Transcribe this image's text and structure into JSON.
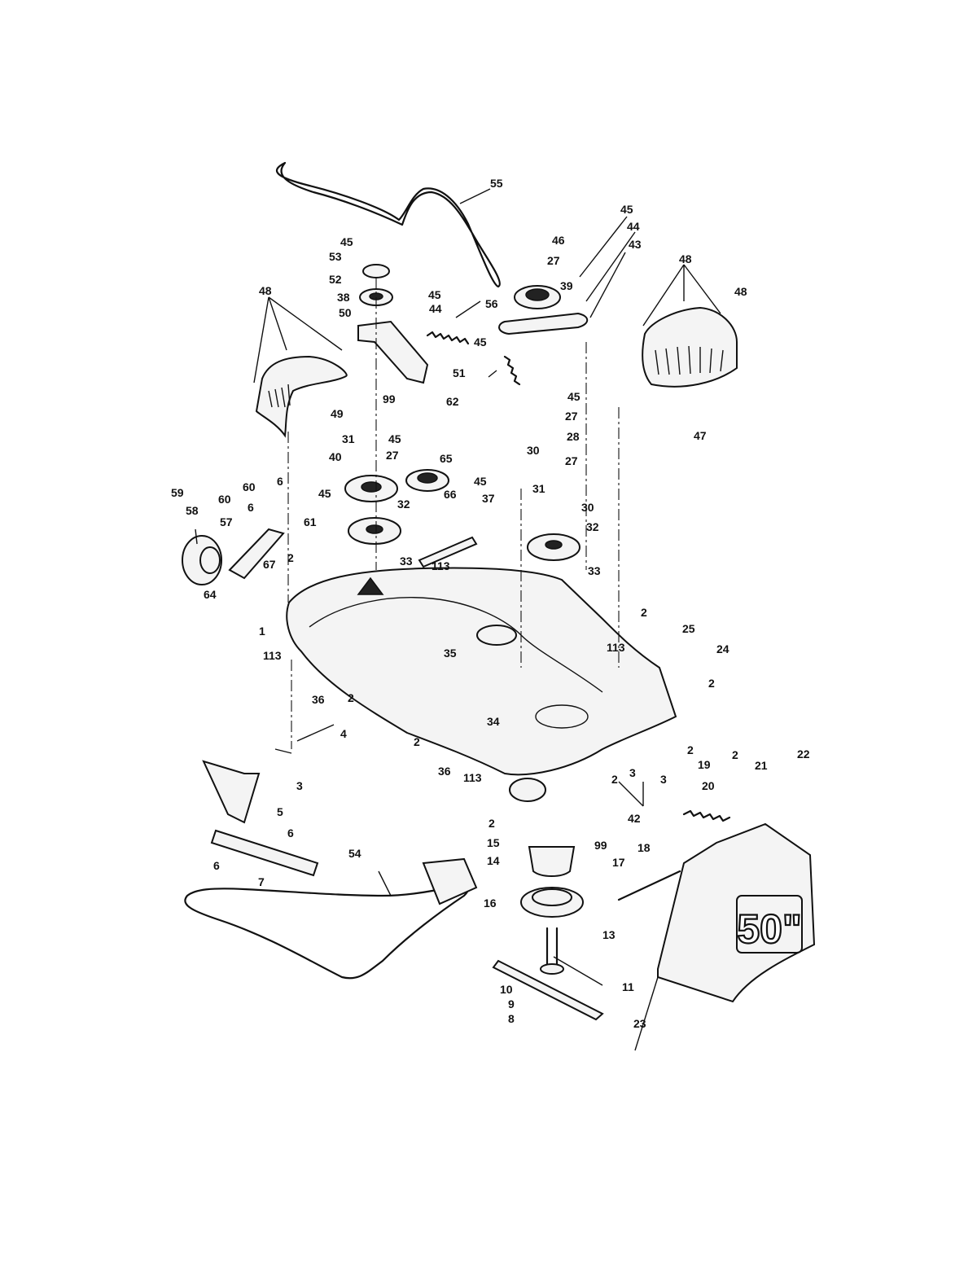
{
  "diagram": {
    "badge_text": "50\"",
    "callouts": [
      "55",
      "45",
      "46",
      "27",
      "39",
      "44",
      "43",
      "45",
      "48",
      "48",
      "53",
      "52",
      "38",
      "50",
      "45",
      "44",
      "56",
      "45",
      "51",
      "48",
      "99",
      "62",
      "49",
      "47",
      "45",
      "27",
      "28",
      "27",
      "31",
      "45",
      "27",
      "65",
      "40",
      "30",
      "30",
      "31",
      "30",
      "32",
      "32",
      "45",
      "37",
      "66",
      "6",
      "60",
      "60",
      "6",
      "59",
      "58",
      "57",
      "61",
      "45",
      "67",
      "64",
      "33",
      "113",
      "33",
      "2",
      "1",
      "113",
      "35",
      "2",
      "25",
      "113",
      "24",
      "2",
      "36",
      "2",
      "34",
      "4",
      "2",
      "3",
      "36",
      "113",
      "2",
      "3",
      "3",
      "42",
      "2",
      "19",
      "2",
      "21",
      "22",
      "20",
      "99",
      "5",
      "6",
      "2",
      "15",
      "6",
      "14",
      "7",
      "54",
      "17",
      "18",
      "16",
      "13",
      "11",
      "10",
      "9",
      "8",
      "23"
    ]
  }
}
